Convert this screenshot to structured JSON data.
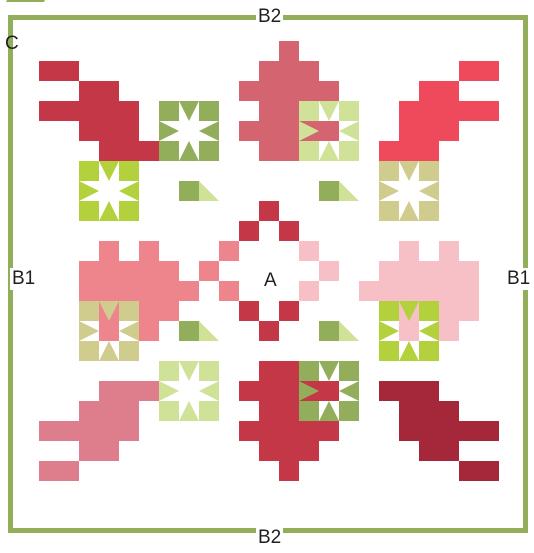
{
  "labels": {
    "center": "A",
    "left": "B1",
    "right": "B1",
    "top": "B2",
    "bottom": "B2",
    "corner": "C"
  },
  "colors": {
    "background": "#ffffff",
    "frame": "#93ae5a",
    "red_dark": "#a5283a",
    "red_medium": "#c43746",
    "red_bright": "#ef4a5c",
    "rose": "#d36470",
    "pink": "#ef858c",
    "pink_light": "#f6c0c6",
    "mauve": "#de7d8c",
    "green_olive": "#93ae5a",
    "green_light": "#cfe298",
    "green_lime": "#b3d13c",
    "khaki": "#cfcc8e",
    "text": "#1f1f1f"
  }
}
